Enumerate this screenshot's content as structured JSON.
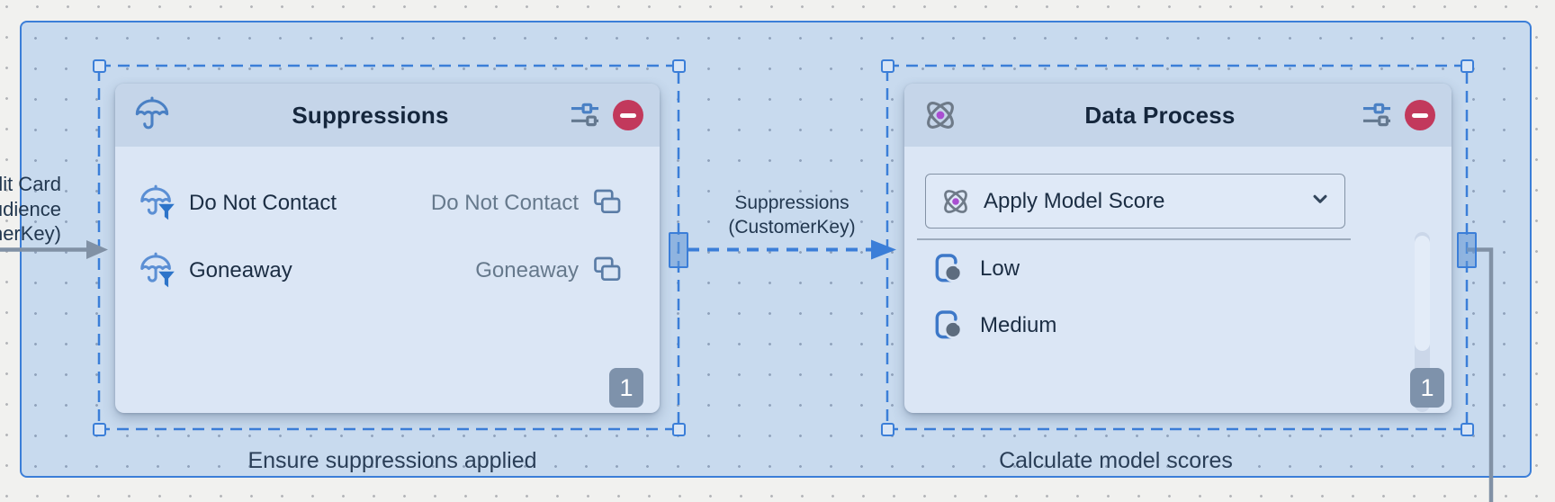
{
  "colors": {
    "accent_blue": "#3b7ed8",
    "selection_fill": "#c8daee",
    "canvas": "#f1f1ef",
    "card_body": "#dbe6f5",
    "card_header": "#c5d5e9",
    "remove_red": "#c2395c",
    "badge_gray": "#7e92ab",
    "edge_gray": "#8191a5",
    "model_dot_purple": "#a94fd1"
  },
  "incoming_label": {
    "lines": [
      "dit Card",
      "udience",
      "nerKey)"
    ]
  },
  "edge": {
    "label_line1": "Suppressions",
    "label_line2": "(CustomerKey)"
  },
  "suppressions": {
    "title": "Suppressions",
    "rows": [
      {
        "name": "Do Not Contact",
        "value": "Do Not Contact"
      },
      {
        "name": "Goneaway",
        "value": "Goneaway"
      }
    ],
    "badge": "1",
    "caption": "Ensure suppressions applied"
  },
  "data_process": {
    "title": "Data Process",
    "dropdown_value": "Apply Model Score",
    "rows": [
      {
        "name": "Low"
      },
      {
        "name": "Medium"
      }
    ],
    "badge": "1",
    "caption": "Calculate model scores"
  }
}
